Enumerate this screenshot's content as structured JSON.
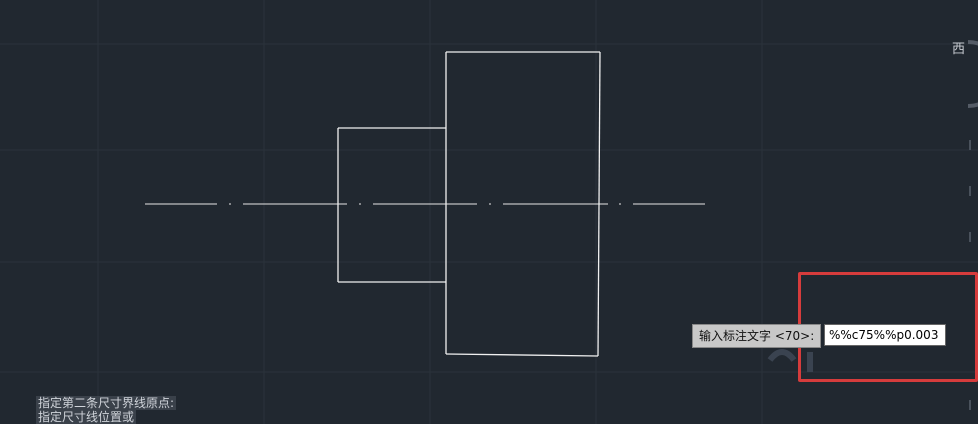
{
  "viewcube": {
    "direction_label": "西"
  },
  "dynamic_input": {
    "prompt_label": "输入标注文字 <70>:",
    "value": "%%c75%%p0.003"
  },
  "command_line": {
    "line1": "指定第二条尺寸界线原点:",
    "line2": "指定尺寸线位置或"
  },
  "colors": {
    "background": "#212830",
    "geometry": "#ffffff",
    "highlight": "#d63c3c"
  }
}
